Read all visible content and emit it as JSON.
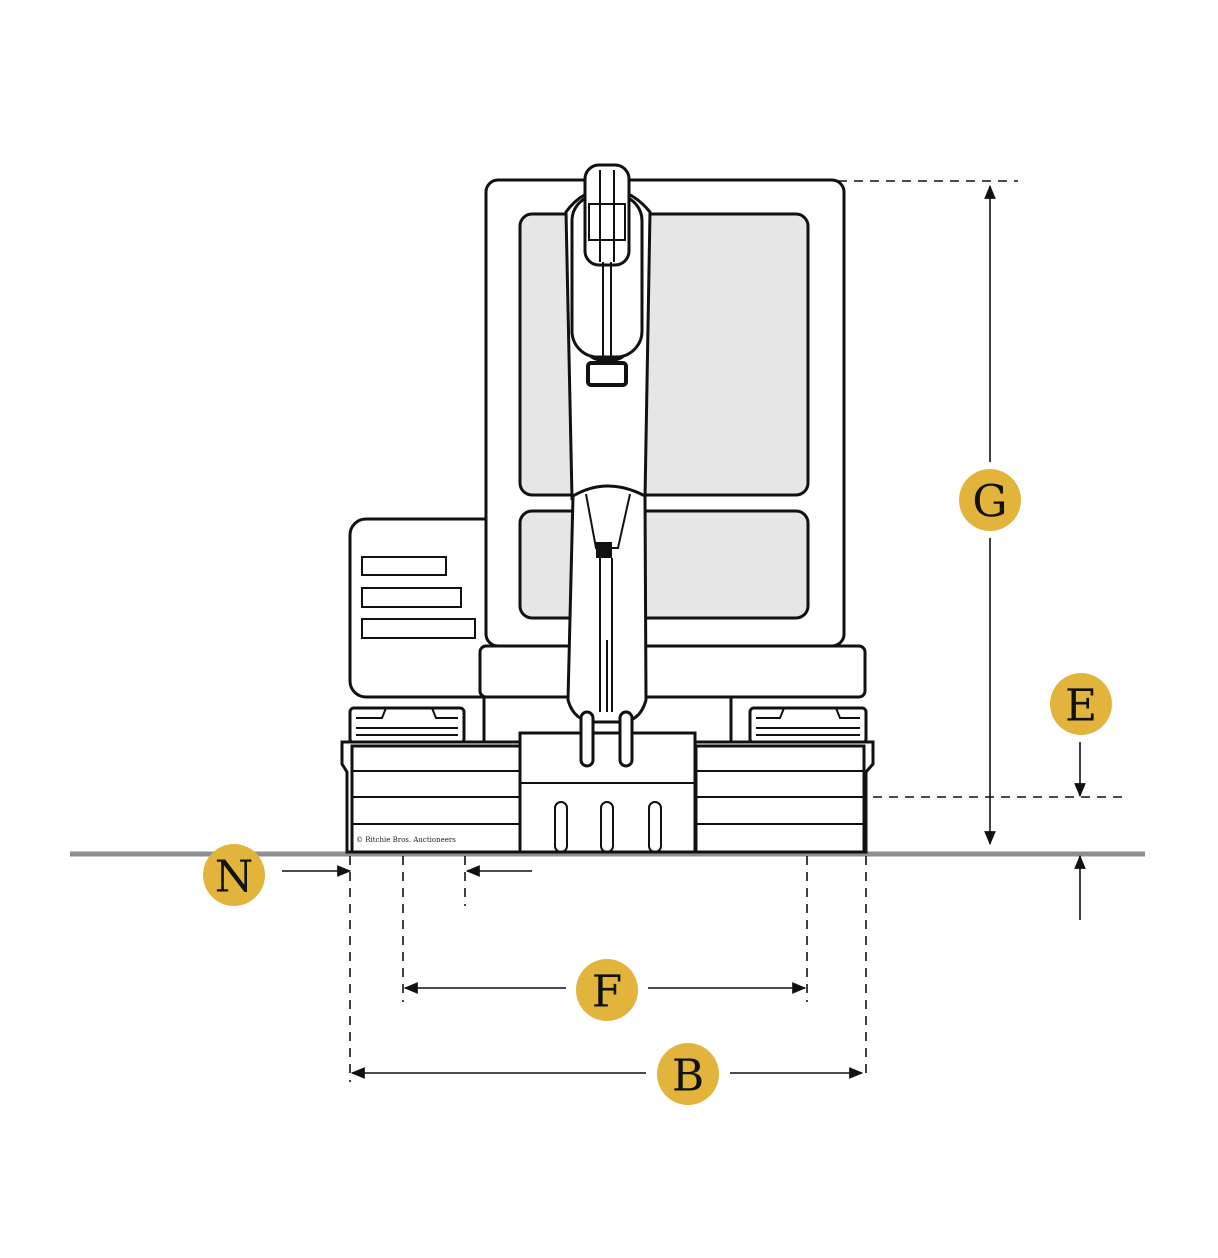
{
  "copyright": "© Ritchie Bros. Auctioneers",
  "colors": {
    "badge_fill": "#e2b43c",
    "ground_line": "#8f8f8f",
    "glass": "#e6e6e7",
    "line": "#111111"
  },
  "labels": {
    "G": "G",
    "E": "E",
    "N": "N",
    "F": "F",
    "B": "B"
  }
}
